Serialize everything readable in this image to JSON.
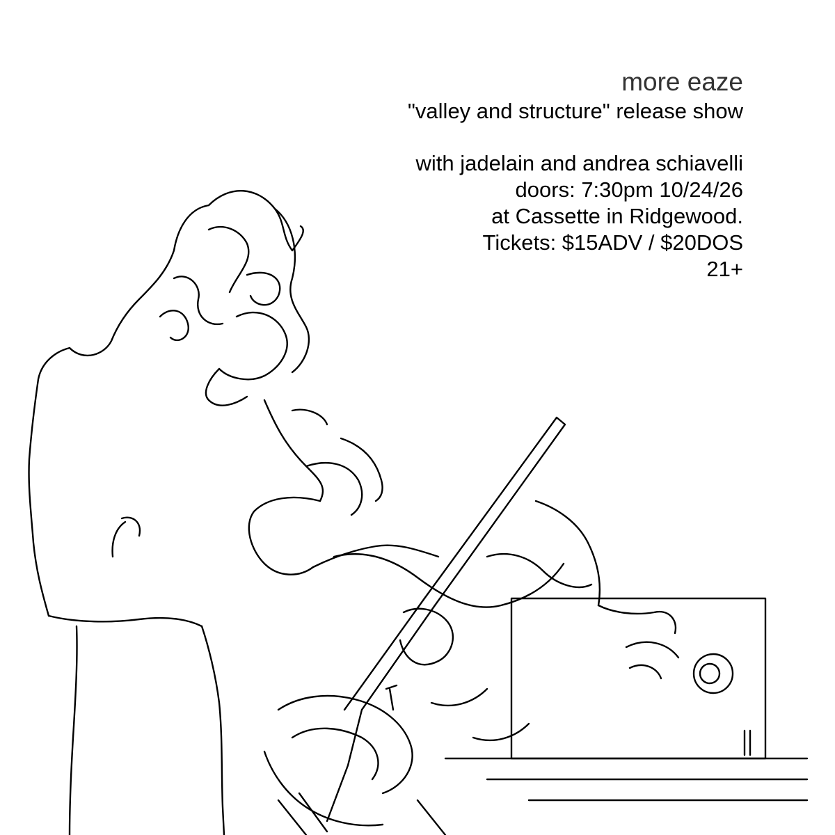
{
  "poster": {
    "artist": "more eaze",
    "subtitle": "\"valley and structure\" release show",
    "details": [
      "with jadelain and andrea schiavelli",
      "doors: 7:30pm 10/24/26",
      "at Cassette in Ridgewood.",
      "Tickets: $15ADV / $20DOS",
      "21+"
    ],
    "text_color": "#000000",
    "background_color": "#ffffff",
    "illustration": "line-drawing-violinist-icon"
  }
}
